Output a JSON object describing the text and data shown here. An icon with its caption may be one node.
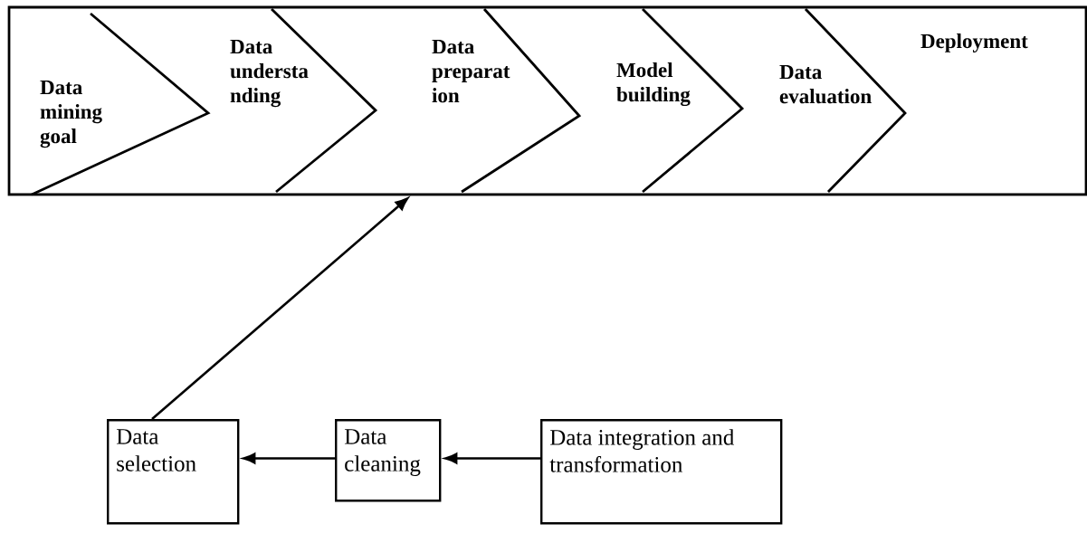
{
  "diagram": {
    "nodes": [
      {
        "text": [],
        "shape": "box"
      },
      {
        "text": [
          "Data mining goal"
        ],
        "in": 0
      },
      {
        "text": [
          "Data understa nding"
        ],
        "in": 0
      },
      {
        "text": [
          "Data preparat ion"
        ],
        "in": 0
      },
      {
        "text": [
          "Model building"
        ],
        "in": 0
      },
      {
        "text": [
          "Data evaluation"
        ],
        "in": 0
      },
      {
        "text": [
          "Deployment"
        ],
        "in": 0
      },
      {
        "text": [
          "Data selection"
        ]
      },
      {
        "text": [
          "Data cleaning"
        ]
      },
      {
        "text": [
          "Data integration and transformation"
        ]
      }
    ],
    "edges": [
      {
        "from": 7,
        "to": 0,
        "arrow": "to"
      },
      {
        "from": 8,
        "to": 7,
        "arrow": "to"
      },
      {
        "from": 9,
        "to": 8,
        "arrow": "to"
      }
    ]
  }
}
